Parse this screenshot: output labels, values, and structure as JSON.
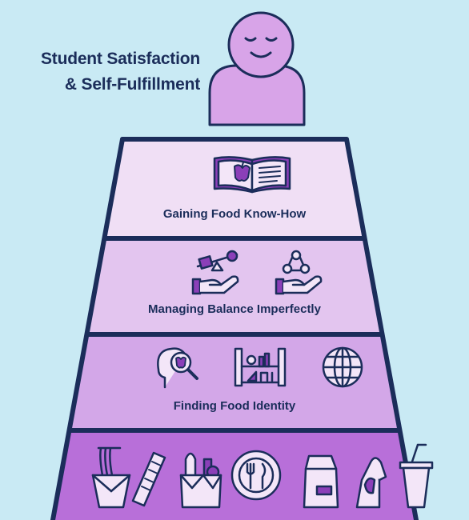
{
  "apex": {
    "title_line1": "Student Satisfaction",
    "title_line2": "& Self-Fulfillment",
    "icon": "content-face-person-icon"
  },
  "tiers": [
    {
      "label": "Gaining Food Know-How",
      "icons": [
        "open-book-apple-icon"
      ],
      "fill": "#f0dff5"
    },
    {
      "label": "Managing Balance Imperfectly",
      "icons": [
        "balance-hand-icon",
        "cycle-hand-icon"
      ],
      "fill": "#e3c5ef"
    },
    {
      "label": "Finding Food Identity",
      "icons": [
        "head-magnifier-apple-icon",
        "pantry-shelf-icon",
        "globe-icon"
      ],
      "fill": "#d3a7e8"
    },
    {
      "label": "",
      "icons": [
        "noodle-box-icon",
        "snack-bar-icon",
        "grocery-bag-icon",
        "plate-fork-knife-icon",
        "paper-bag-icon",
        "takeout-bag-icon",
        "drink-cup-icon"
      ],
      "fill": "#b86fd9"
    }
  ],
  "colors": {
    "background": "#c9eaf4",
    "outline": "#1b2d5a",
    "accent_purple": "#8b3fb8"
  }
}
